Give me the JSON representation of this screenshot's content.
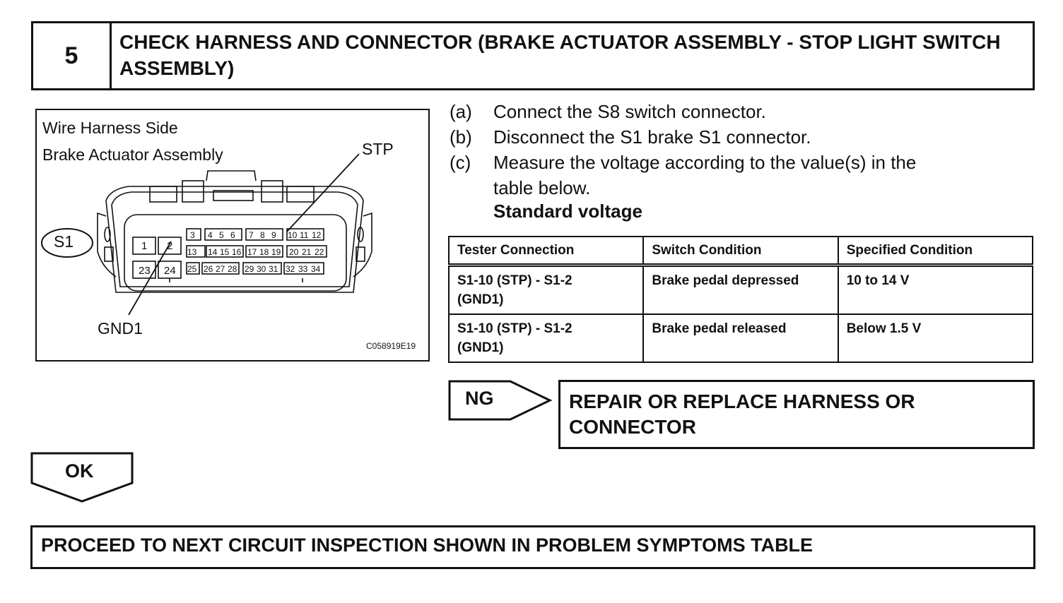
{
  "step": {
    "number": "5",
    "title": "CHECK HARNESS AND CONNECTOR (BRAKE ACTUATOR ASSEMBLY - STOP LIGHT SWITCH ASSEMBLY)"
  },
  "figure": {
    "caption_line1": "Wire Harness Side",
    "caption_line2": "Brake Actuator Assembly",
    "connector_label": "S1",
    "stp_label": "STP",
    "gnd_label": "GND1",
    "figure_code": "C058919E19",
    "pins": {
      "p1": "1",
      "p2": "2",
      "p3": "3",
      "p4": "4",
      "p5": "5",
      "p6": "6",
      "p7": "7",
      "p8": "8",
      "p9": "9",
      "p10": "10",
      "p11": "11",
      "p12": "12",
      "p13": "13",
      "p14": "14",
      "p15": "15",
      "p16": "16",
      "p17": "17",
      "p18": "18",
      "p19": "19",
      "p20": "20",
      "p21": "21",
      "p22": "22",
      "p23": "23",
      "p24": "24",
      "p25": "25",
      "p26": "26",
      "p27": "27",
      "p28": "28",
      "p29": "29",
      "p30": "30",
      "p31": "31",
      "p32": "32",
      "p33": "33",
      "p34": "34"
    }
  },
  "instructions": [
    {
      "letter": "(a)",
      "text": "Connect the S8 switch connector."
    },
    {
      "letter": "(b)",
      "text": "Disconnect the S1 brake S1 connector."
    },
    {
      "letter": "(c)",
      "text": "Measure the voltage according to the value(s) in the",
      "text2": "table below."
    }
  ],
  "standard_voltage_heading": "Standard voltage",
  "table": {
    "headers": [
      "Tester Connection",
      "Switch Condition",
      "Specified Condition"
    ],
    "rows": [
      {
        "connection_line1": "S1-10 (STP) - S1-2",
        "connection_line2": "(GND1)",
        "condition": "Brake pedal depressed",
        "specified": "10 to 14 V"
      },
      {
        "connection_line1": "S1-10 (STP) - S1-2",
        "connection_line2": "(GND1)",
        "condition": "Brake pedal released",
        "specified": "Below 1.5 V"
      }
    ]
  },
  "ng": {
    "label": "NG",
    "action": "REPAIR OR REPLACE HARNESS OR CONNECTOR"
  },
  "ok": {
    "label": "OK",
    "action": "PROCEED TO NEXT CIRCUIT INSPECTION SHOWN IN PROBLEM SYMPTOMS TABLE"
  }
}
